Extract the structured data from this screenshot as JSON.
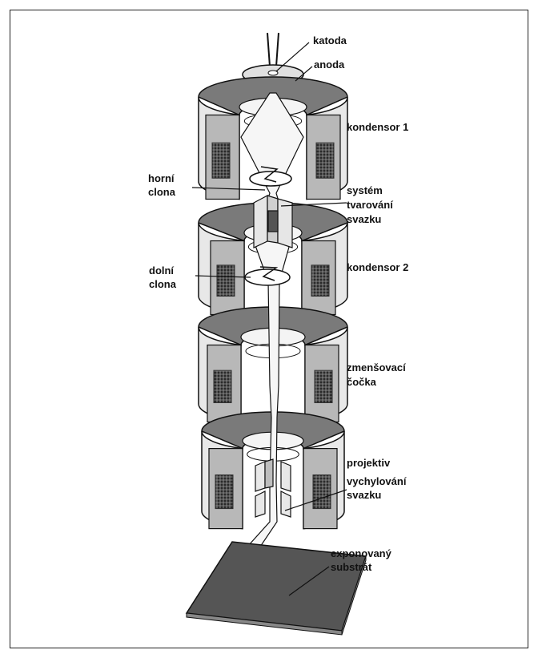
{
  "labels": {
    "katoda": "katoda",
    "anoda": "anoda",
    "kondensor1": "kondensor 1",
    "horni_clona": [
      "horní",
      "clona"
    ],
    "system": [
      "systém",
      "tvarování",
      "svazku"
    ],
    "kondensor2": "kondensor 2",
    "dolni_clona": [
      "dolní",
      "clona"
    ],
    "zmensovaci": [
      "zmenšovací",
      "čočka"
    ],
    "projektiv": "projektiv",
    "vychylovani": [
      "vychylování",
      "svazku"
    ],
    "substrat": [
      "exponovaný",
      "substrát"
    ]
  },
  "colors": {
    "ring_top": "#7a7a7a",
    "ring_side_light": "#e8e8e8",
    "ring_side_dark": "#b8b8b8",
    "ring_inner": "#f4f4f4",
    "coil": "#303030",
    "substrate": "#5a5a5a",
    "beam": "#f6f6f6",
    "stroke": "#111111"
  }
}
